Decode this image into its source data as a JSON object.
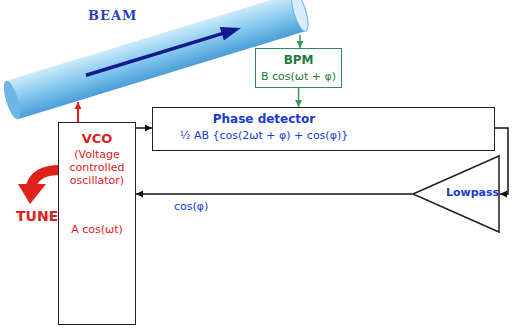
{
  "diagram": {
    "nodes": [
      {
        "text": [
          "BEAM"
        ]
      },
      {
        "text": [
          "BPM",
          "B cos(ωt + φ)"
        ]
      },
      {
        "text": [
          "Phase detector",
          "½ AB {cos(2ωt + φ) + cos(φ)}"
        ]
      },
      {
        "text": [
          "VCO",
          "(Voltage controlled oscillator)",
          "A cos(ωt)"
        ]
      },
      {
        "text": [
          "Lowpass"
        ]
      }
    ],
    "edges": [
      {
        "from": 0,
        "to": 1,
        "arrow": "to"
      },
      {
        "from": 1,
        "to": 2,
        "arrow": "to"
      },
      {
        "from": 3,
        "to": 2,
        "arrow": "to"
      },
      {
        "from": 2,
        "to": 4,
        "arrow": "to"
      },
      {
        "from": 4,
        "to": 3,
        "label": "cos(φ)",
        "arrow": "to"
      },
      {
        "from": 3,
        "to": 0,
        "arrow": "to"
      }
    ],
    "labels": [
      "TUNE"
    ]
  }
}
